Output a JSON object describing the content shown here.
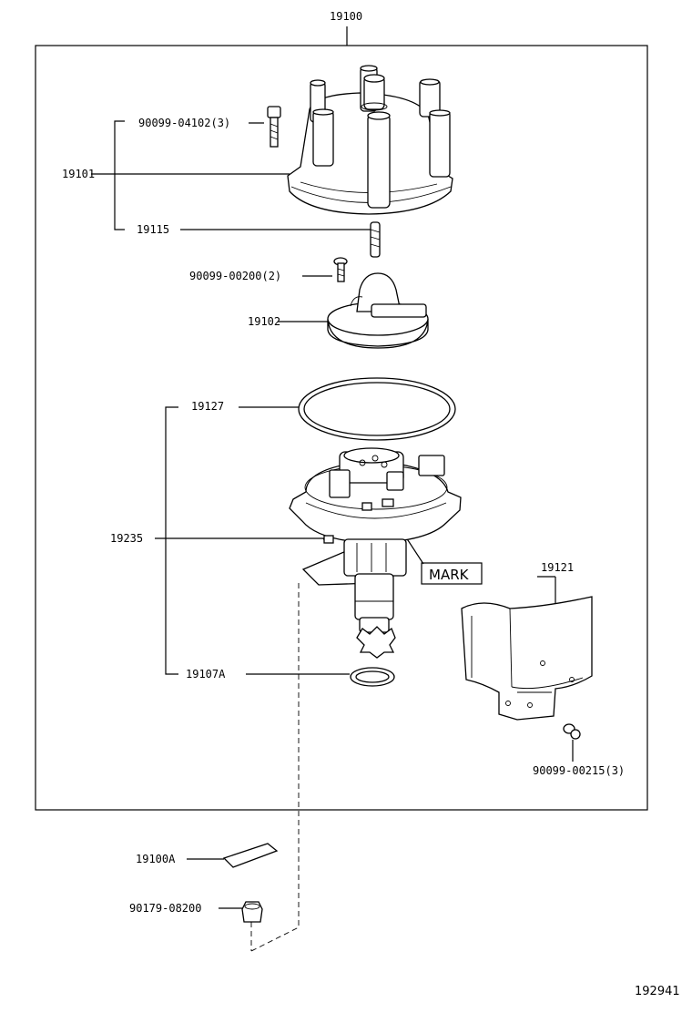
{
  "labels": {
    "assembly": "19100",
    "screw_a": "90099-04102(3)",
    "cap": "19101",
    "spring": "19115",
    "screw_b": "90099-00200(2)",
    "rotor": "19102",
    "gasket": "19127",
    "housing": "19235",
    "mark": "MARK",
    "cover": "19121",
    "oring": "19107A",
    "screw_c": "90099-00215(3)",
    "label_plate": "19100A",
    "nut": "90179-08200",
    "diagram_id": "192941"
  }
}
